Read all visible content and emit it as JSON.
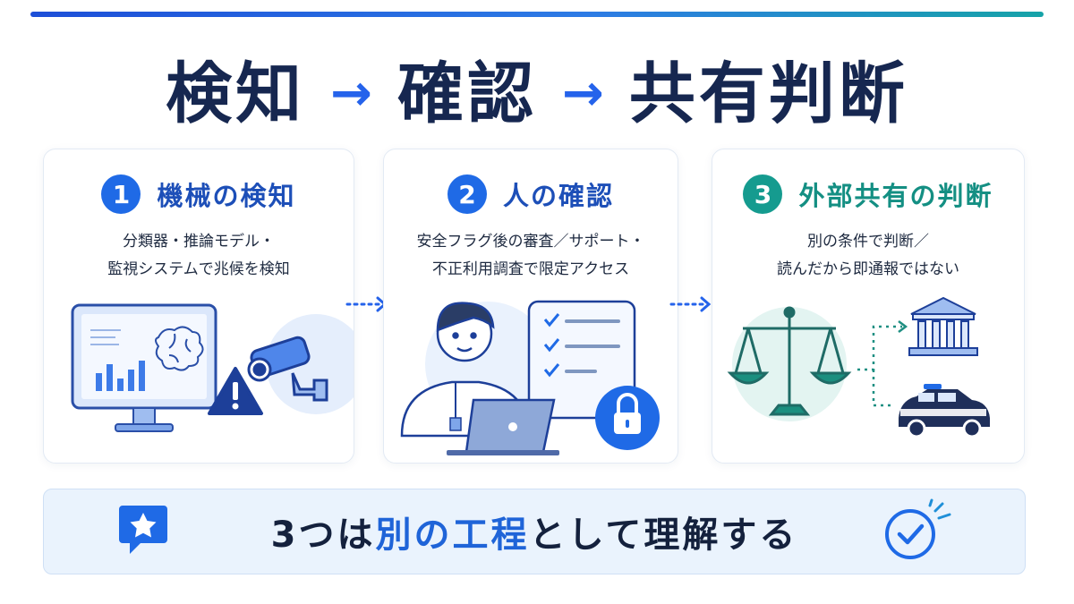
{
  "header": {
    "steps": [
      "検知",
      "確認",
      "共有判断"
    ],
    "arrow_glyph": "→"
  },
  "cards": [
    {
      "number": "1",
      "title": "機械の検知",
      "lines": [
        "分類器・推論モデル・",
        "監視システムで兆候を検知"
      ],
      "accent": "#1f6ae6",
      "icons": [
        "monitor-chart-icon",
        "brain-icon",
        "warning-icon",
        "security-camera-icon"
      ]
    },
    {
      "number": "2",
      "title": "人の確認",
      "lines": [
        "安全フラグ後の審査／サポート・",
        "不正利用調査で限定アクセス"
      ],
      "accent": "#1f6ae6",
      "icons": [
        "reviewer-person-icon",
        "laptop-icon",
        "checklist-icon",
        "lock-icon"
      ]
    },
    {
      "number": "3",
      "title": "外部共有の判断",
      "lines": [
        "別の条件で判断／",
        "読んだから即通報ではない"
      ],
      "accent": "#159b8f",
      "icons": [
        "scales-icon",
        "government-building-icon",
        "police-car-icon"
      ]
    }
  ],
  "footer": {
    "text_pre": "3つは",
    "text_highlight": "別の工程",
    "text_post": "として理解する",
    "icons": [
      "star-speech-bubble-icon",
      "check-circle-icon"
    ]
  },
  "colors": {
    "navy": "#162750",
    "blue": "#1f6ae6",
    "teal": "#159b8f",
    "footer_bg": "#eaf3fd"
  }
}
